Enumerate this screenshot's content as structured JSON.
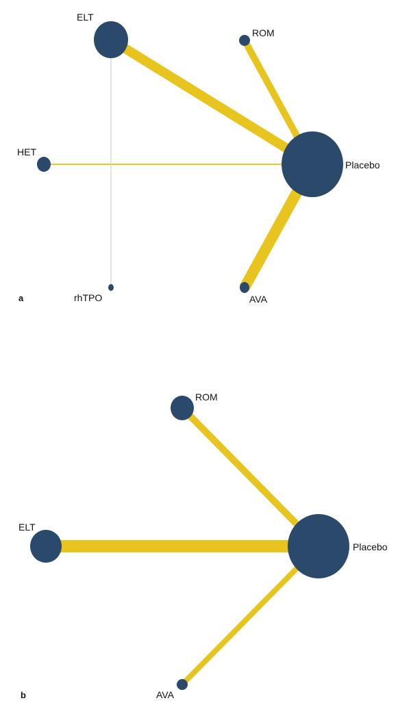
{
  "colors": {
    "node": "#2b4a6b",
    "edge": "#e8c41e",
    "thin_edge": "#c8c8c8"
  },
  "panels": [
    {
      "label": "a",
      "nodes": [
        {
          "id": "ELT",
          "label": "ELT",
          "size": 0.55
        },
        {
          "id": "ROM",
          "label": "ROM",
          "size": 0.17
        },
        {
          "id": "HET",
          "label": "HET",
          "size": 0.22
        },
        {
          "id": "Placebo",
          "label": "Placebo",
          "size": 1.0
        },
        {
          "id": "rhTPO",
          "label": "rhTPO",
          "size": 0.09
        },
        {
          "id": "AVA",
          "label": "AVA",
          "size": 0.16
        }
      ],
      "edges": [
        {
          "from": "ELT",
          "to": "Placebo",
          "weight": 14
        },
        {
          "from": "ROM",
          "to": "Placebo",
          "weight": 10
        },
        {
          "from": "HET",
          "to": "Placebo",
          "weight": 2
        },
        {
          "from": "AVA",
          "to": "Placebo",
          "weight": 16
        },
        {
          "from": "ELT",
          "to": "rhTPO",
          "weight": 1,
          "style": "thin"
        }
      ]
    },
    {
      "label": "b",
      "nodes": [
        {
          "id": "ROM",
          "label": "ROM",
          "size": 0.37
        },
        {
          "id": "ELT",
          "label": "ELT",
          "size": 0.5
        },
        {
          "id": "Placebo",
          "label": "Placebo",
          "size": 1.0
        },
        {
          "id": "AVA",
          "label": "AVA",
          "size": 0.17
        }
      ],
      "edges": [
        {
          "from": "ROM",
          "to": "Placebo",
          "weight": 10
        },
        {
          "from": "ELT",
          "to": "Placebo",
          "weight": 18
        },
        {
          "from": "AVA",
          "to": "Placebo",
          "weight": 8
        }
      ]
    }
  ]
}
